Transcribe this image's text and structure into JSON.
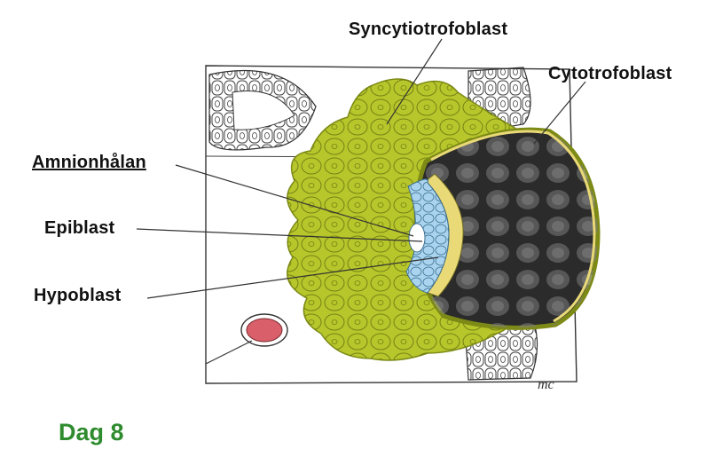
{
  "labels": {
    "syncytiotrofoblast": "Syncytiotrofoblast",
    "cytotrofoblast": "Cytotrofoblast",
    "amnionhalan": "Amnionhålan",
    "epiblast": "Epiblast",
    "hypoblast": "Hypoblast"
  },
  "caption": "Dag 8",
  "artist_mark": "mc",
  "colors": {
    "syncytio": "#b7c62a",
    "syncytio_dark": "#8d9a1b",
    "epiblast": "#a9d3ee",
    "hypoblast": "#e9d977",
    "blood": "#d9606a",
    "cavity": "#2b2b2b",
    "caption": "#2e8b2e"
  }
}
